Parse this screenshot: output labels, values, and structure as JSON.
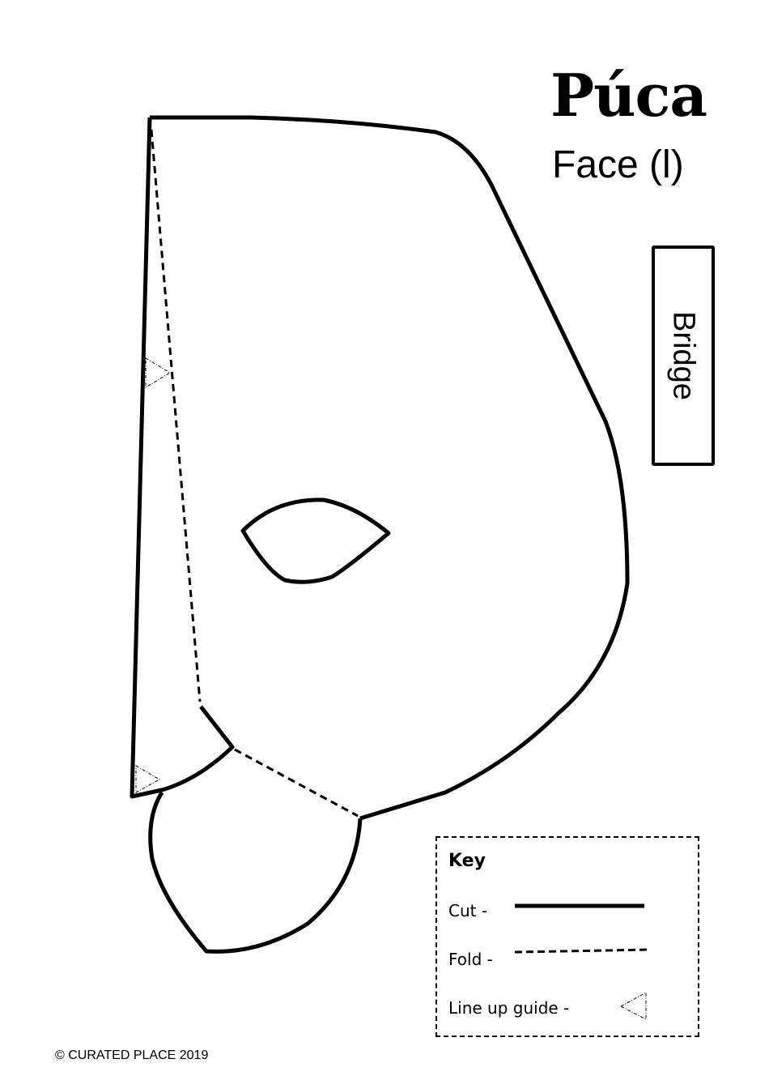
{
  "header": {
    "title": "Púca",
    "subtitle": "Face (l)"
  },
  "tab_piece": {
    "label": "Bridge"
  },
  "pattern": {
    "piece": "face-left",
    "line_color": "#000000",
    "background": "#ffffff"
  },
  "key": {
    "title": "Key",
    "items": [
      {
        "label": "Cut -",
        "line_style": "solid"
      },
      {
        "label": "Fold -",
        "line_style": "dashed"
      },
      {
        "label": "Line up guide -",
        "line_style": "triangle-guide"
      }
    ]
  },
  "footer": {
    "copyright": "© CURATED PLACE 2019"
  }
}
